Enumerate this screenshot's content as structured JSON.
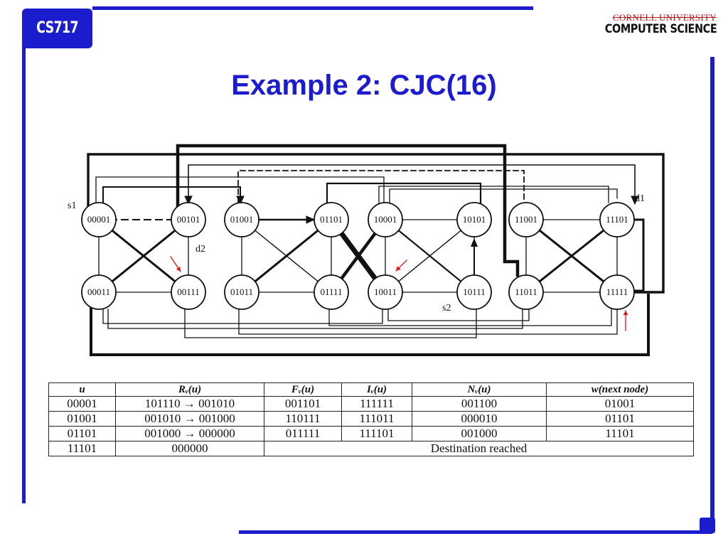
{
  "course_tag": "CS717",
  "logo": {
    "line1": "CORNELL UNIVERSITY",
    "line2": "COMPUTER SCIENCE"
  },
  "title": "Example 2:  CJC(16)",
  "diagram": {
    "top_nodes": [
      "00001",
      "00101",
      "01001",
      "01101",
      "10001",
      "10101",
      "11001",
      "11101"
    ],
    "bottom_nodes": [
      "00011",
      "00111",
      "01011",
      "01111",
      "10011",
      "10111",
      "11011",
      "11111"
    ],
    "labels": {
      "s1": "s1",
      "d1": "d1",
      "d2": "d2",
      "s2": "s2"
    }
  },
  "table": {
    "headers": [
      "u",
      "Rᵥ(u)",
      "Fᵥ(u)",
      "Iᵥ(u)",
      "Nᵥ(u)",
      "w(next node)"
    ],
    "rows": [
      [
        "00001",
        "101110 → 001010",
        "001101",
        "111111",
        "001100",
        "01001"
      ],
      [
        "01001",
        "001010 → 001000",
        "110111",
        "111011",
        "000010",
        "01101"
      ],
      [
        "01101",
        "001000 → 000000",
        "011111",
        "111101",
        "001000",
        "11101"
      ]
    ],
    "last_row": {
      "u": "11101",
      "r": "000000",
      "note": "Destination reached"
    }
  }
}
